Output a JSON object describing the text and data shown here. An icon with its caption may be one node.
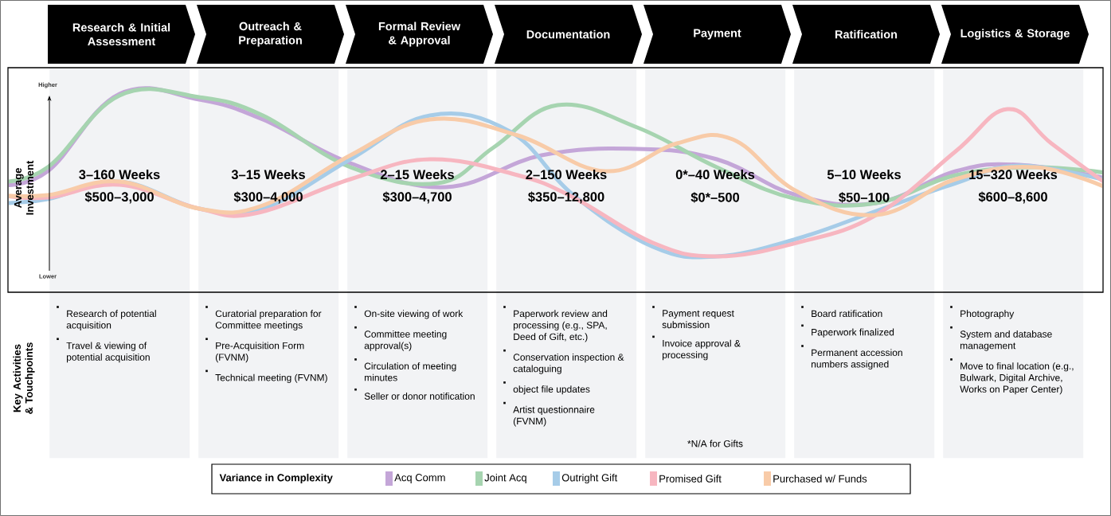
{
  "diagram": {
    "nodes": [
      {
        "text": [
          "Research & Initial Assessment"
        ]
      },
      {
        "text": [
          "Outreach & Preparation"
        ]
      },
      {
        "text": [
          "Formal Review & Approval"
        ]
      },
      {
        "text": [
          "Documentation"
        ]
      },
      {
        "text": [
          "Payment"
        ]
      },
      {
        "text": [
          "Ratification"
        ]
      },
      {
        "text": [
          "Logistics & Storage"
        ]
      },
      {
        "text": [
          "3–160 Weeks",
          "$500–3,000",
          "Research of potential acquisition",
          "Travel & viewing of potential acquisition"
        ]
      },
      {
        "text": [
          "3–15 Weeks",
          "$300–4,000",
          "Curatorial preparation for Committee meetings",
          "Pre-Acquisition Form (FVNM)",
          "Technical meeting (FVNM)"
        ]
      },
      {
        "text": [
          "2–15 Weeks",
          "$300–4,700",
          "On-site viewing of work",
          "Committee meeting approval(s)",
          "Circulation of meeting minutes",
          "Seller or donor notification"
        ]
      },
      {
        "text": [
          "2–150 Weeks",
          "$350–12,800",
          "Paperwork review and processing (e.g., SPA, Deed of Gift, etc.)",
          "Conservation inspection & cataloguing",
          "object file updates",
          "Artist questionnaire (FVNM)"
        ]
      },
      {
        "text": [
          "0*–40 Weeks",
          "$0*–500",
          "Payment request submission",
          "Invoice approval & processing"
        ]
      },
      {
        "text": [
          "5–10 Weeks",
          "$50–100",
          "Board ratification",
          "Paperwork finalized",
          "Permanent accession numbers assigned"
        ]
      },
      {
        "text": [
          "15–320 Weeks",
          "$600–8,600",
          "Photography",
          "System and database management",
          "Move to final location (e.g., Bulwark, Digital Archive, Works on Paper Center)"
        ]
      }
    ],
    "labels": [
      "Higher",
      "Average Investment",
      "Lower",
      "Key Activities & Touchpoints",
      "*N/A for Gifts",
      "Variance in Complexity"
    ],
    "legend": [
      {
        "text": "Acq Comm",
        "color": "#c4a6d8"
      },
      {
        "text": "Joint Acq",
        "color": "#a6d4b0"
      },
      {
        "text": "Outright Gift",
        "color": "#a6cce8"
      },
      {
        "text": "Promised Gift",
        "color": "#f7b6c0"
      },
      {
        "text": "Purchased w/ Funds",
        "color": "#f8cba8"
      }
    ]
  }
}
